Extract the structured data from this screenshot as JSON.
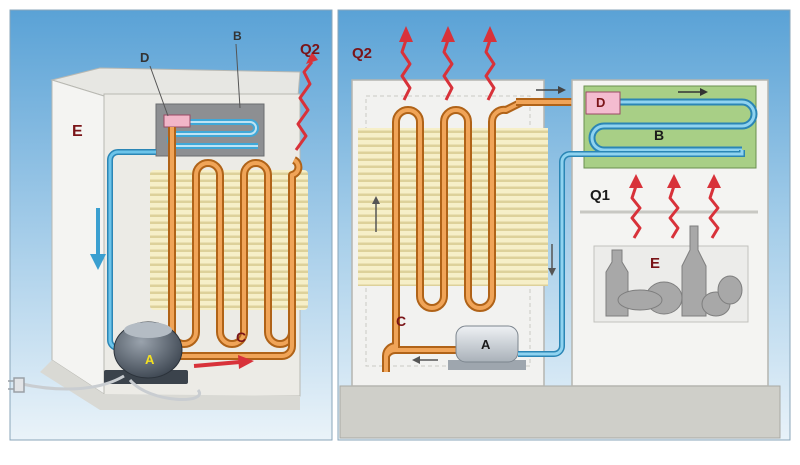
{
  "left_panel": {
    "labels": {
      "A": "A",
      "B": "B",
      "C": "C",
      "D": "D",
      "E": "E",
      "Q2": "Q2"
    }
  },
  "right_panel": {
    "labels": {
      "A": "A",
      "B": "B",
      "C": "C",
      "D": "D",
      "E": "E",
      "Q1": "Q1",
      "Q2": "Q2"
    }
  },
  "colors": {
    "sky_top": "#5aa2d6",
    "sky_bottom": "#e3eff8",
    "cabinet": "#f1f1ef",
    "copper_tube": "#e8913a",
    "cold_tube": "#3fa8d8",
    "heat_arrow": "#d8323a",
    "fins": "#f3ecc4",
    "evaporator_box": "#a8cf86",
    "floor": "#cfcfc9",
    "label_dark": "#7a1418",
    "label_yellow": "#f4e020"
  }
}
